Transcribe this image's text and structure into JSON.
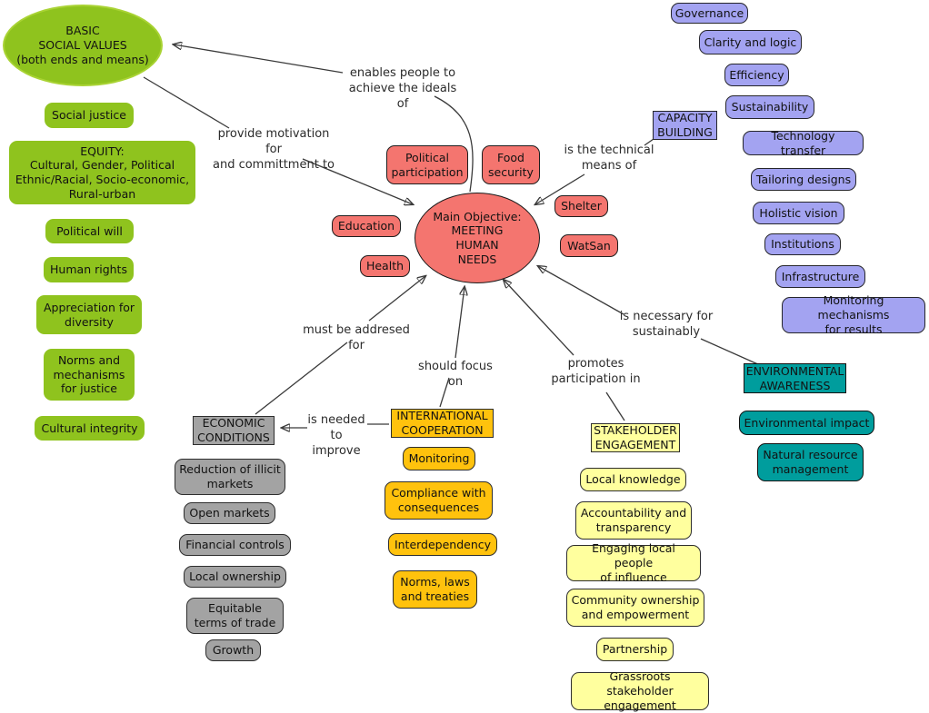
{
  "colors": {
    "background": "#ffffff",
    "green": "#8FC31E",
    "red": "#F4756F",
    "purple": "#A3A3F1",
    "teal": "#009D9D",
    "gray": "#A3A3A3",
    "orange": "#FFC20D",
    "yellow": "#FFFF9E",
    "line": "#3a3a3a",
    "text": "#121212"
  },
  "nodes": {
    "basic_social_values": "BASIC\nSOCIAL VALUES\n(both ends and means)",
    "social_justice": "Social justice",
    "equity": "EQUITY:\nCultural, Gender, Political\nEthnic/Racial, Socio-economic,\nRural-urban",
    "political_will": "Political will",
    "human_rights": "Human rights",
    "appreciation_diversity": "Appreciation for\ndiversity",
    "norms_mechanisms": "Norms and\nmechanisms\nfor justice",
    "cultural_integrity": "Cultural integrity",
    "main_objective": "Main Objective:\nMEETING\nHUMAN\nNEEDS",
    "political_participation": "Political\nparticipation",
    "food_security": "Food\nsecurity",
    "education": "Education",
    "health": "Health",
    "shelter": "Shelter",
    "watsan": "WatSan",
    "governance": "Governance",
    "clarity_logic": "Clarity and logic",
    "efficiency": "Efficiency",
    "sustainability": "Sustainability",
    "capacity_building": "CAPACITY\nBUILDING",
    "technology_transfer": "Technology transfer",
    "tailoring_designs": "Tailoring designs",
    "holistic_vision": "Holistic vision",
    "institutions": "Institutions",
    "infrastructure": "Infrastructure",
    "monitoring_mechanisms": "Monitoring mechanisms\nfor results",
    "environmental_awareness": "ENVIRONMENTAL\nAWARENESS",
    "environmental_impact": "Environmental impact",
    "natural_resource": "Natural resource\nmanagement",
    "economic_conditions": "ECONOMIC\nCONDITIONS",
    "reduction_illicit": "Reduction of illicit\nmarkets",
    "open_markets": "Open markets",
    "financial_controls": "Financial controls",
    "local_ownership": "Local ownership",
    "equitable_trade": "Equitable\nterms of trade",
    "growth": "Growth",
    "international_cooperation": "INTERNATIONAL\nCOOPERATION",
    "monitoring": "Monitoring",
    "compliance": "Compliance with\nconsequences",
    "interdependency": "Interdependency",
    "norms_laws": "Norms, laws\nand treaties",
    "stakeholder_engagement": "STAKEHOLDER\nENGAGEMENT",
    "local_knowledge": "Local knowledge",
    "accountability": "Accountability and\ntransparency",
    "engaging_local": "Engaging local people\nof influence",
    "community_ownership": "Community ownership\nand empowerment",
    "partnership": "Partnership",
    "grassroots": "Grassroots stakeholder\nengagement"
  },
  "labels": {
    "enables": "enables people to\nachieve the ideals of",
    "provide_motivation": "provide motivation for\nand committment to",
    "technical_means": "is the technical\nmeans of",
    "must_addressed": "must be addresed for",
    "should_focus": "should focus on",
    "promotes_participation": "promotes\nparticipation in",
    "necessary_sustainably": "is necessary for\nsustainably",
    "needed_improve": "is needed\nto improve"
  },
  "connections": [
    {
      "from": "Main Objective: MEETING HUMAN NEEDS",
      "label": "enables people to achieve the ideals of",
      "to": "BASIC SOCIAL VALUES (both ends and means)"
    },
    {
      "from": "BASIC SOCIAL VALUES (both ends and means)",
      "label": "provide motivation for and committment to",
      "to": "Main Objective: MEETING HUMAN NEEDS"
    },
    {
      "from": "CAPACITY BUILDING",
      "label": "is the technical means of",
      "to": "Main Objective: MEETING HUMAN NEEDS"
    },
    {
      "from": "ECONOMIC CONDITIONS",
      "label": "must be addresed for",
      "to": "Main Objective: MEETING HUMAN NEEDS"
    },
    {
      "from": "INTERNATIONAL COOPERATION",
      "label": "should focus on",
      "to": "Main Objective: MEETING HUMAN NEEDS"
    },
    {
      "from": "STAKEHOLDER ENGAGEMENT",
      "label": "promotes participation in",
      "to": "Main Objective: MEETING HUMAN NEEDS"
    },
    {
      "from": "ENVIRONMENTAL AWARENESS",
      "label": "is necessary for sustainably",
      "to": "Main Objective: MEETING HUMAN NEEDS"
    },
    {
      "from": "INTERNATIONAL COOPERATION",
      "label": "is needed to improve",
      "to": "ECONOMIC CONDITIONS"
    }
  ]
}
